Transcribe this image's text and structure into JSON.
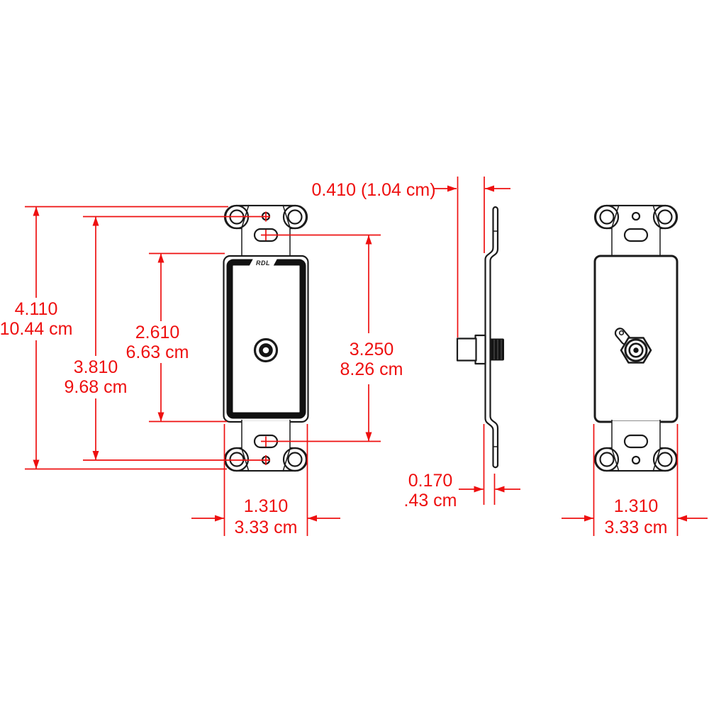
{
  "logo": {
    "text": "RDL"
  },
  "dimensions": {
    "overall_height": {
      "inches": "4.110",
      "metric": "10.44 cm"
    },
    "screw_spacing": {
      "inches": "3.810",
      "metric": "9.68 cm"
    },
    "opening_height": {
      "inches": "2.610",
      "metric": "6.63 cm"
    },
    "slot_spacing": {
      "inches": "3.250",
      "metric": "8.26 cm"
    },
    "connector_depth": {
      "label": "0.410 (1.04 cm)"
    },
    "bracket_offset": {
      "inches": "0.170",
      "metric": ".43 cm"
    },
    "front_width": {
      "inches": "1.310",
      "metric": "3.33 cm"
    },
    "back_width": {
      "inches": "1.310",
      "metric": "3.33 cm"
    }
  },
  "colors": {
    "dimension_red": "#ee1010",
    "drawing_black": "#1b1b1b",
    "background": "#ffffff"
  }
}
